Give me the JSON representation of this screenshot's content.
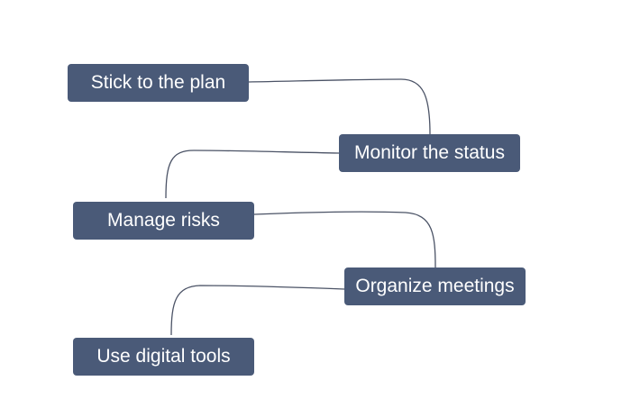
{
  "diagram": {
    "nodes": [
      {
        "id": "n1",
        "label": "Stick to the plan"
      },
      {
        "id": "n2",
        "label": "Monitor the status"
      },
      {
        "id": "n3",
        "label": "Manage risks"
      },
      {
        "id": "n4",
        "label": "Organize meetings"
      },
      {
        "id": "n5",
        "label": "Use digital tools"
      }
    ],
    "edges": [
      {
        "from": "n1",
        "to": "n2"
      },
      {
        "from": "n2",
        "to": "n3"
      },
      {
        "from": "n3",
        "to": "n4"
      },
      {
        "from": "n4",
        "to": "n5"
      }
    ],
    "colors": {
      "node_fill": "#4a5a78",
      "node_text": "#ffffff",
      "connector": "#4b5366",
      "background": "#ffffff"
    }
  }
}
